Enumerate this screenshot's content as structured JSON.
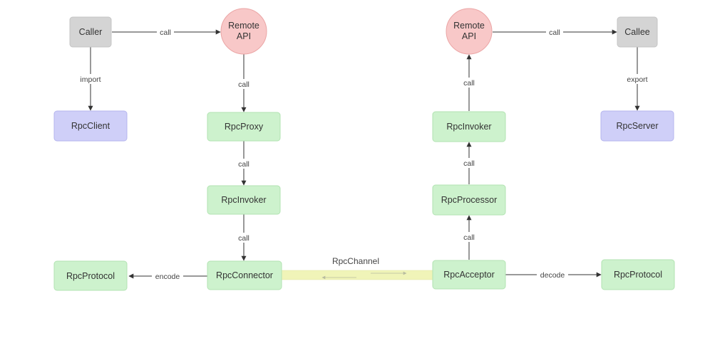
{
  "colors": {
    "gray_node": "#d4d4d4",
    "gray_border": "#c4c4c4",
    "red_node": "#f8c8c8",
    "red_border": "#eba5a5",
    "green_node": "#cdf2cd",
    "green_border": "#b2e3b2",
    "blue_node": "#cfcff8",
    "blue_border": "#b6b6ee",
    "channel": "#f0f4b8",
    "line": "#333333"
  },
  "nodes": {
    "caller": "Caller",
    "remote_api_left_line1": "Remote",
    "remote_api_left_line2": "API",
    "rpc_client": "RpcClient",
    "rpc_proxy": "RpcProxy",
    "rpc_invoker_left": "RpcInvoker",
    "rpc_connector": "RpcConnector",
    "rpc_protocol_left": "RpcProtocol",
    "remote_api_right_line1": "Remote",
    "remote_api_right_line2": "API",
    "callee": "Callee",
    "rpc_invoker_right": "RpcInvoker",
    "rpc_server": "RpcServer",
    "rpc_processor": "RpcProcessor",
    "rpc_acceptor": "RpcAcceptor",
    "rpc_protocol_right": "RpcProtocol"
  },
  "edges": {
    "caller_to_api": "call",
    "caller_import": "import",
    "api_to_proxy": "call",
    "proxy_to_invoker": "call",
    "invoker_to_connector": "call",
    "connector_encode": "encode",
    "channel": "RpcChannel",
    "acceptor_decode": "decode",
    "acceptor_to_processor": "call",
    "processor_to_invoker": "call",
    "invoker_to_api": "call",
    "api_to_callee": "call",
    "callee_export": "export"
  }
}
